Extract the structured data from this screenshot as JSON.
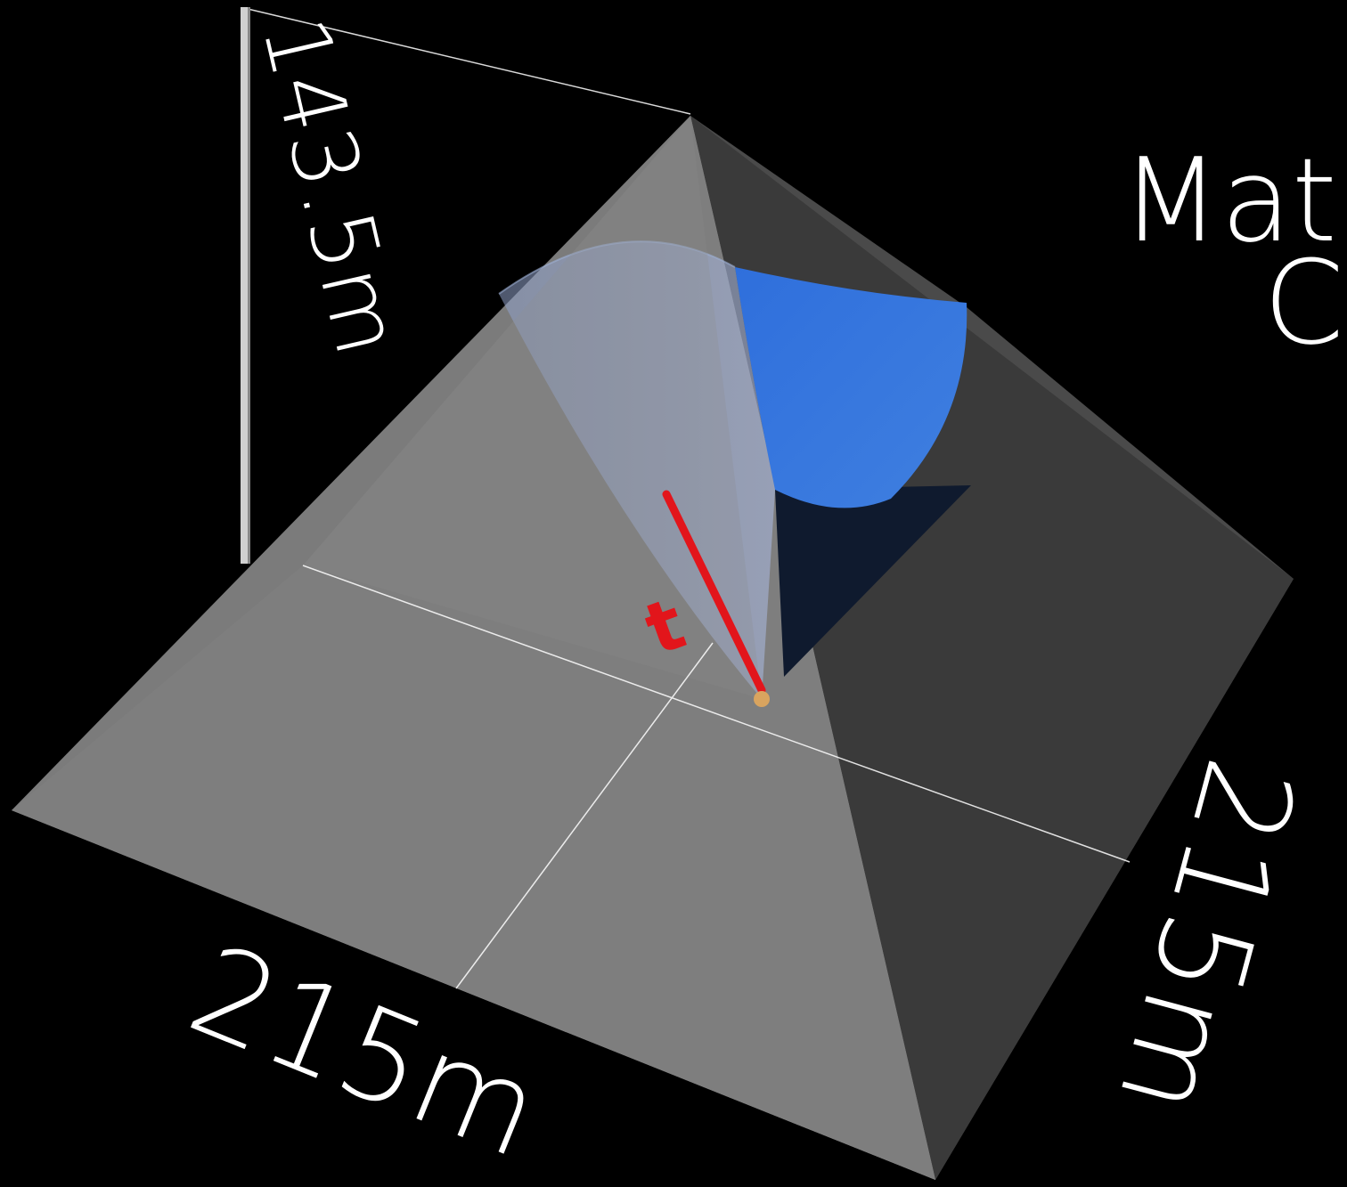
{
  "title_line1": "Math",
  "title_line2": "C",
  "dimensions": {
    "height": "143.5m",
    "base_front": "215m",
    "base_side": "215m"
  },
  "segment_label": "t",
  "colors": {
    "background": "#000000",
    "face_left": "#7a7a7a",
    "face_front": "#838383",
    "face_right": "#3a3a3a",
    "face_back": "#4e4e4e",
    "cone": "#8fa3cf",
    "water": "#3d78d8",
    "segment": "#e2151b",
    "point": "#d9a45f"
  }
}
